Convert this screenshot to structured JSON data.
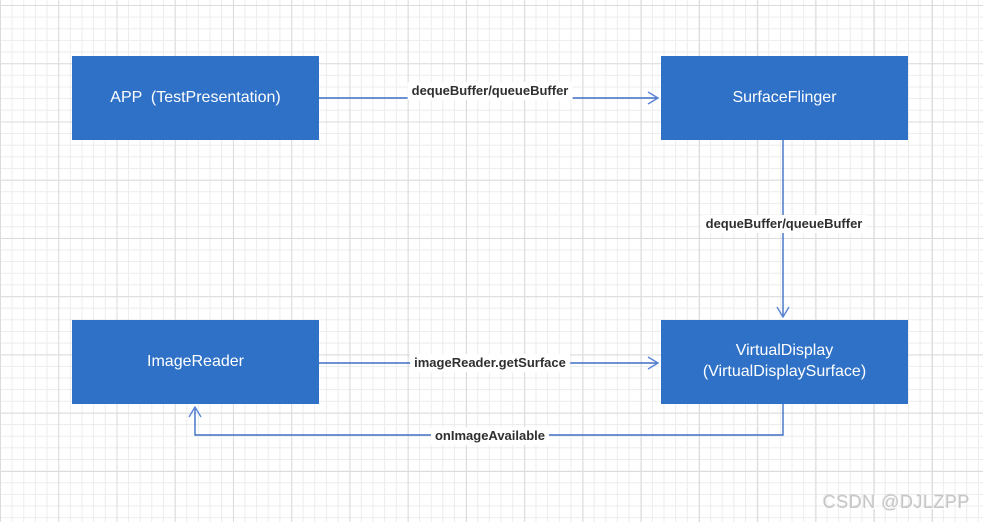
{
  "nodes": {
    "app": {
      "label": "APP  (TestPresentation)"
    },
    "surfaceflinger": {
      "label": "SurfaceFlinger"
    },
    "imagereader": {
      "label": "ImageReader"
    },
    "virtualdisplay": {
      "label_line1": "VirtualDisplay",
      "label_line2": "(VirtualDisplaySurface)"
    }
  },
  "edges": {
    "app_to_surfaceflinger": {
      "label": "dequeBuffer/queueBuffer"
    },
    "surfaceflinger_to_virtualdisplay": {
      "label": "dequeBuffer/queueBuffer"
    },
    "imagereader_to_virtualdisplay": {
      "label": "imageReader.getSurface"
    },
    "virtualdisplay_to_imagereader": {
      "label": "onImageAvailable"
    }
  },
  "watermark": {
    "text": "CSDN @DJLZPP"
  },
  "colors": {
    "node_fill": "#2e71c7",
    "node_text": "#ffffff",
    "edge_line": "#3e6fc4",
    "edge_arrowhead": "#5b84d8",
    "edge_label_text": "#2f2f2f",
    "grid_minor": "#ececec",
    "grid_major": "#dcdcdc",
    "canvas_background": "#ffffff",
    "watermark_text": "#c6c6c6"
  }
}
